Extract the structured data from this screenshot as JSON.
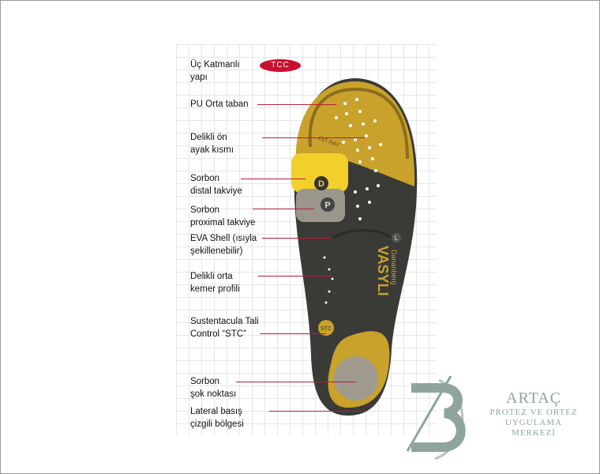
{
  "labels": [
    {
      "l1": "Üç Katmanlı",
      "l2": "yapı"
    },
    {
      "l1": "PU Orta taban",
      "l2": ""
    },
    {
      "l1": "Delikli ön",
      "l2": "ayak kısmı"
    },
    {
      "l1": "Sorbon",
      "l2": "distal takviye"
    },
    {
      "l1": "Sorbon",
      "l2": "proximal takviye"
    },
    {
      "l1": "EVA Shell (ısıyla",
      "l2": "şekillenebilir)"
    },
    {
      "l1": "Delikli orta",
      "l2": "kemer profili"
    },
    {
      "l1": "Sustentacula Tali",
      "l2": "Control “STC”"
    },
    {
      "l1": "Sorbon",
      "l2": "şok noktası"
    },
    {
      "l1": "Lateral basış",
      "l2": "çizgili bölgesi"
    }
  ],
  "badge": "TCC",
  "insole": {
    "ray": "1ST RAY",
    "distal": "D",
    "proximal": "P",
    "side": "L",
    "brand": "VASYLI",
    "model": "Dananberg",
    "stc": "STC"
  },
  "logo": {
    "title": "ARTAÇ",
    "line1": "PROTEZ VE ORTEZ",
    "line2": "UYGULAMA MERKEZİ"
  },
  "colors": {
    "yellow": "#c9a22c",
    "dark": "#3a3a36",
    "accent": "#b0203a",
    "logo": "#8fa59c"
  }
}
